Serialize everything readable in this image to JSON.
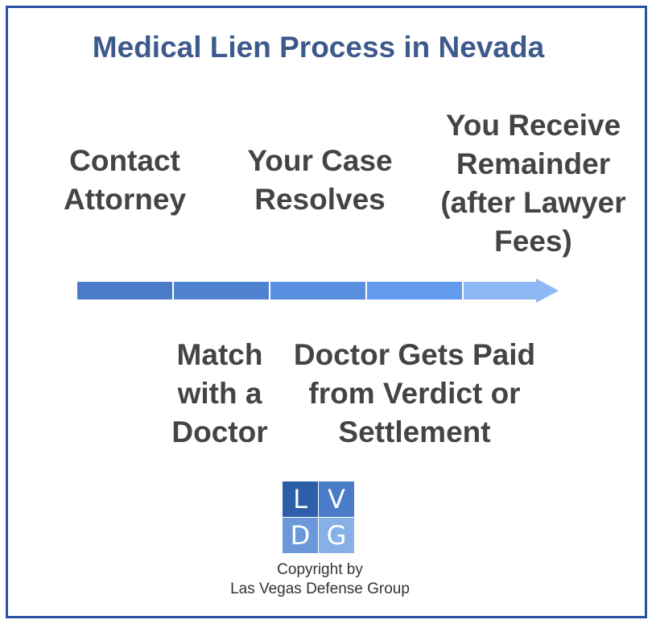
{
  "title": "Medical Lien Process in Nevada",
  "steps_top": [
    {
      "lines": [
        "Contact",
        "Attorney"
      ]
    },
    {
      "lines": [
        "Your Case",
        "Resolves"
      ]
    },
    {
      "lines": [
        "You Receive",
        "Remainder",
        "(after Lawyer",
        "Fees)"
      ]
    }
  ],
  "steps_bottom": [
    {
      "lines": [
        "Match",
        "with a",
        "Doctor"
      ]
    },
    {
      "lines": [
        "Doctor Gets Paid",
        "from Verdict or",
        "Settlement"
      ]
    }
  ],
  "arrow": {
    "segment_colors": [
      "#4a7bc6",
      "#4f83d2",
      "#5a8fe0",
      "#629aed",
      "#8db8f3"
    ],
    "head_color": "#8db8f3"
  },
  "logo": {
    "letters": [
      "L",
      "V",
      "D",
      "G"
    ]
  },
  "copyright": [
    "Copyright by",
    "Las Vegas Defense Group"
  ]
}
